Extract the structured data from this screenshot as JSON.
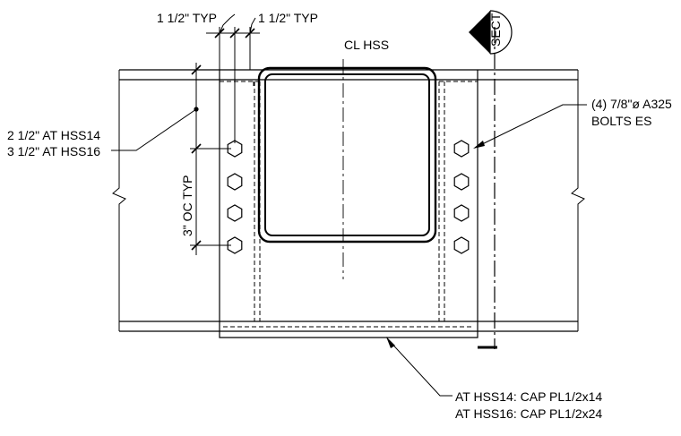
{
  "labels": {
    "typ_left": "1 1/2\" TYP",
    "typ_right": "1 1/2\" TYP",
    "cl_hss": "CL HSS",
    "edge_line1": "2 1/2\" AT HSS14",
    "edge_line2": "3 1/2\" AT HSS16",
    "oc_typ": "3\" OC TYP",
    "bolts_line1": "(4) 7/8\"ø A325",
    "bolts_line2": "BOLTS ES",
    "cap_line1": "AT HSS14: CAP PL1/2x14",
    "cap_line2": "AT HSS16: CAP PL1/2x24",
    "section_mark": "SECT"
  },
  "bolts": {
    "per_side": 4
  }
}
